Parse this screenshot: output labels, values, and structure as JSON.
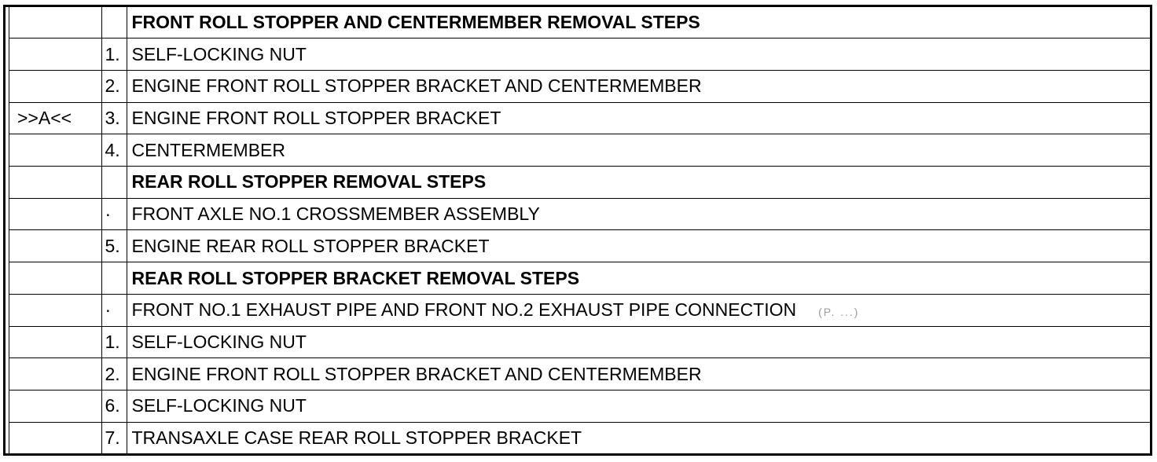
{
  "rows": [
    {
      "ref": "",
      "num": "",
      "text": "FRONT ROLL STOPPER AND CENTERMEMBER REMOVAL STEPS",
      "heading": true
    },
    {
      "ref": "",
      "num": "1.",
      "text": "SELF-LOCKING NUT"
    },
    {
      "ref": "",
      "num": "2.",
      "text": "ENGINE FRONT ROLL STOPPER BRACKET AND CENTERMEMBER"
    },
    {
      "ref": ">>A<<",
      "num": "3.",
      "text": "ENGINE FRONT ROLL STOPPER BRACKET"
    },
    {
      "ref": "",
      "num": "4.",
      "text": "CENTERMEMBER"
    },
    {
      "ref": "",
      "num": "",
      "text": "REAR ROLL STOPPER REMOVAL STEPS",
      "heading": true
    },
    {
      "ref": "",
      "num": "·",
      "text": "FRONT AXLE NO.1 CROSSMEMBER ASSEMBLY"
    },
    {
      "ref": "",
      "num": "5.",
      "text": "ENGINE REAR ROLL STOPPER BRACKET"
    },
    {
      "ref": "",
      "num": "",
      "text": "REAR ROLL STOPPER BRACKET REMOVAL STEPS",
      "heading": true
    },
    {
      "ref": "",
      "num": "·",
      "text": "FRONT NO.1 EXHAUST PIPE AND FRONT NO.2 EXHAUST PIPE CONNECTION",
      "note": "(P. ...)"
    },
    {
      "ref": "",
      "num": "1.",
      "text": "SELF-LOCKING NUT"
    },
    {
      "ref": "",
      "num": "2.",
      "text": "ENGINE FRONT ROLL STOPPER BRACKET AND CENTERMEMBER"
    },
    {
      "ref": "",
      "num": "6.",
      "text": "SELF-LOCKING NUT"
    },
    {
      "ref": "",
      "num": "7.",
      "text": "TRANSAXLE CASE REAR ROLL STOPPER BRACKET"
    }
  ]
}
